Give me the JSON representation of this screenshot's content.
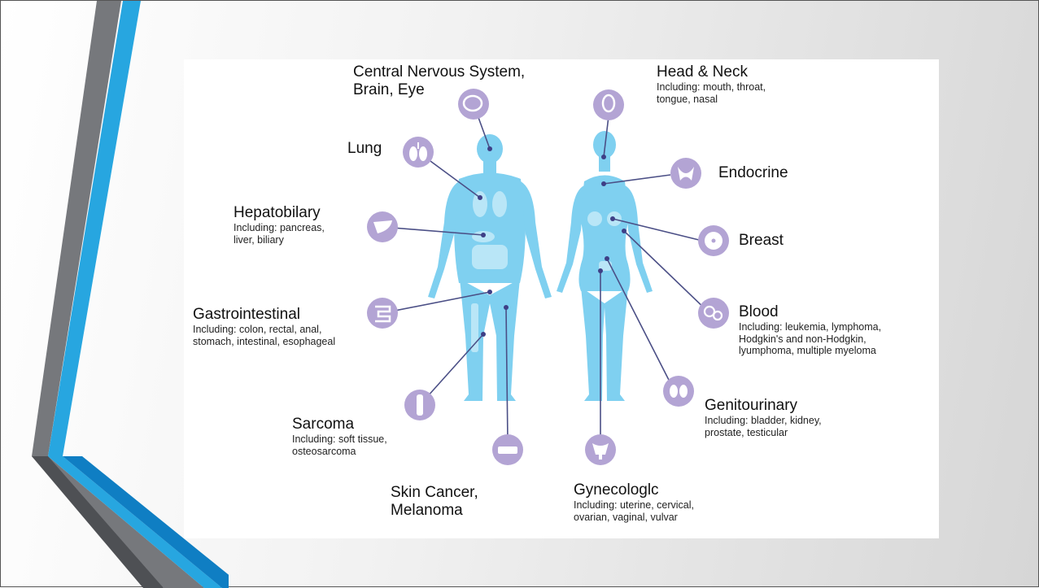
{
  "diagram": {
    "labels": {
      "cns": {
        "title_lines": [
          "Central Nervous System,",
          "Brain, Eye"
        ]
      },
      "head_neck": {
        "title_lines": [
          "Head & Neck"
        ],
        "sub_lines": [
          "Including: mouth, throat,",
          "tongue, nasal"
        ]
      },
      "lung": {
        "title_lines": [
          "Lung"
        ]
      },
      "endocrine": {
        "title_lines": [
          "Endocrine"
        ]
      },
      "hepatobilary": {
        "title_lines": [
          "Hepatobilary"
        ],
        "sub_lines": [
          "Including: pancreas,",
          "liver, biliary"
        ]
      },
      "breast": {
        "title_lines": [
          "Breast"
        ]
      },
      "gastrointestinal": {
        "title_lines": [
          "Gastrointestinal"
        ],
        "sub_lines": [
          "Including: colon, rectal, anal,",
          "stomach, intestinal, esophageal"
        ]
      },
      "blood": {
        "title_lines": [
          "Blood"
        ],
        "sub_lines": [
          "Including: leukemia, lymphoma,",
          "Hodgkin's and non-Hodgkin,",
          "lyumphoma, multiple myeloma"
        ]
      },
      "genitourinary": {
        "title_lines": [
          "Genitourinary"
        ],
        "sub_lines": [
          "Including: bladder, kidney,",
          "prostate, testicular"
        ]
      },
      "sarcoma": {
        "title_lines": [
          "Sarcoma"
        ],
        "sub_lines": [
          "Including: soft tissue,",
          "osteosarcoma"
        ]
      },
      "skin": {
        "title_lines": [
          "Skin Cancer,",
          "Melanoma"
        ]
      },
      "gynecologic": {
        "title_lines": [
          "Gynecologlc"
        ],
        "sub_lines": [
          "Including: uterine, cervical,",
          "ovarian, vaginal, vulvar"
        ]
      }
    },
    "icons": [
      "brain-icon",
      "head-icon",
      "lungs-icon",
      "thyroid-icon",
      "liver-icon",
      "breast-icon",
      "intestine-icon",
      "blood-cells-icon",
      "kidney-icon",
      "bone-icon",
      "skin-icon",
      "uterus-icon"
    ]
  },
  "colors": {
    "body_fill": "#7fd0f0",
    "organ_fill": "#b9e6f7",
    "icon_fill": "#b3a4d4",
    "icon_glyph": "#ffffff",
    "connector": "#4b4f86",
    "dot": "#3e3f86",
    "accent_blue": "#1aa3e0",
    "accent_gray": "#6b6e73"
  }
}
